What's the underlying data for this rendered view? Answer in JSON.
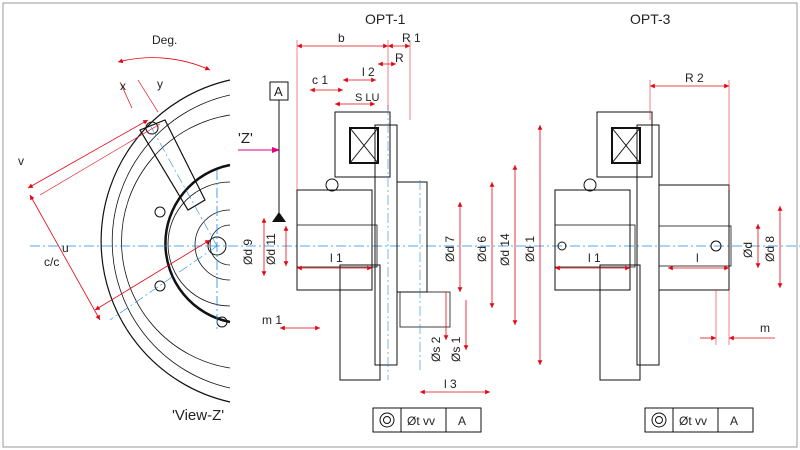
{
  "titles": {
    "opt1": "OPT-1",
    "opt3": "OPT-3",
    "view": "'View-Z'",
    "z_marker": "'Z'"
  },
  "datum": "A",
  "view_dims": {
    "deg": "Deg.",
    "x": "x",
    "y": "y",
    "v": "v",
    "u": "u",
    "cc": "c/c"
  },
  "opt1_dims": {
    "b": "b",
    "r1": "R 1",
    "r": "R",
    "c1": "c 1",
    "l2": "l 2",
    "slu": "S LU",
    "d9": "Ød 9",
    "d11": "Ød 11",
    "l1": "l 1",
    "m1": "m 1",
    "d7": "Ød 7",
    "d6": "Ød 6",
    "d14": "Ød 14",
    "d1": "Ød 1",
    "s2": "Øs 2",
    "s1": "Øs 1",
    "l3": "l 3"
  },
  "opt3_dims": {
    "r2": "R 2",
    "l1": "l 1",
    "l": "l",
    "d": "Ød",
    "d8": "Ød 8",
    "m": "m"
  },
  "tolerance_frames": [
    {
      "symbol": "concentricity-icon",
      "value": "Øt vv",
      "datum": "A"
    },
    {
      "symbol": "concentricity-icon",
      "value": "Øt vv",
      "datum": "A"
    }
  ],
  "colors": {
    "dimension": "#e30613",
    "centerline": "#1e88e5",
    "outline": "#111111"
  }
}
